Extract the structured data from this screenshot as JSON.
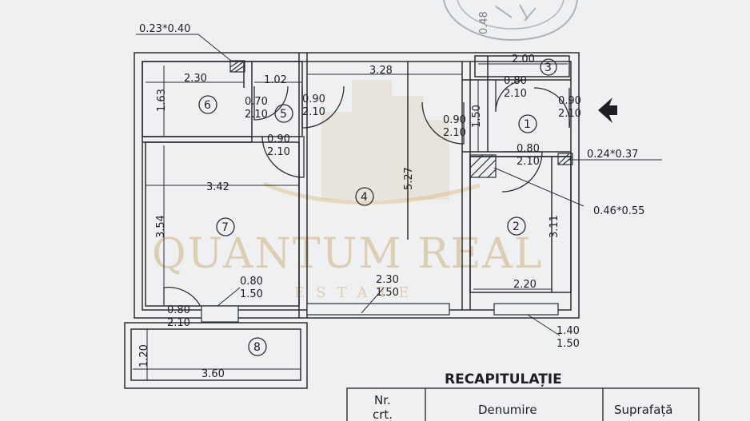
{
  "stamp": {
    "label": "0.48"
  },
  "dimensions": {
    "vent_top": "0.23*0.40",
    "room6_width": "2.30",
    "room6_height": "1.63",
    "room5_width": "1.02",
    "room4_width": "3.28",
    "room4_height": "5.27",
    "room3_width": "2.00",
    "hall_height": "1.50",
    "door5_w": "0.70",
    "door5_h": "2.10",
    "door6_w": "0.90",
    "door6_h": "2.10",
    "door_hall_w": "0.90",
    "door_hall_h": "2.10",
    "door3_w": "0.80",
    "door3_h": "2.10",
    "door_entry_w": "0.90",
    "door_entry_h": "2.10",
    "door4_w": "0.90",
    "door4_h": "2.10",
    "door2_w": "0.80",
    "door2_h": "2.10",
    "vent_right": "0.24*0.37",
    "room7_width": "3.42",
    "room7_height": "3.54",
    "shaft": "0.46*0.55",
    "room2_height": "3.11",
    "room2_width": "2.20",
    "win7_w": "0.80",
    "win7_h": "1.50",
    "win4_w": "2.30",
    "win4_h": "1.50",
    "balcony_door_w": "0.80",
    "balcony_door_h": "2.10",
    "win2_w": "1.40",
    "win2_h": "1.50",
    "room8_height": "1.20",
    "room8_width": "3.60"
  },
  "rooms": [
    "1",
    "2",
    "3",
    "4",
    "5",
    "6",
    "7",
    "8"
  ],
  "watermark": {
    "main": "QUANTUM REAL",
    "sub": "ESTATE"
  },
  "summary": {
    "title": "RECAPITULAȚIE",
    "headers": [
      "Nr.",
      "Denumire",
      "Suprafață"
    ],
    "header_line2": "crt."
  }
}
